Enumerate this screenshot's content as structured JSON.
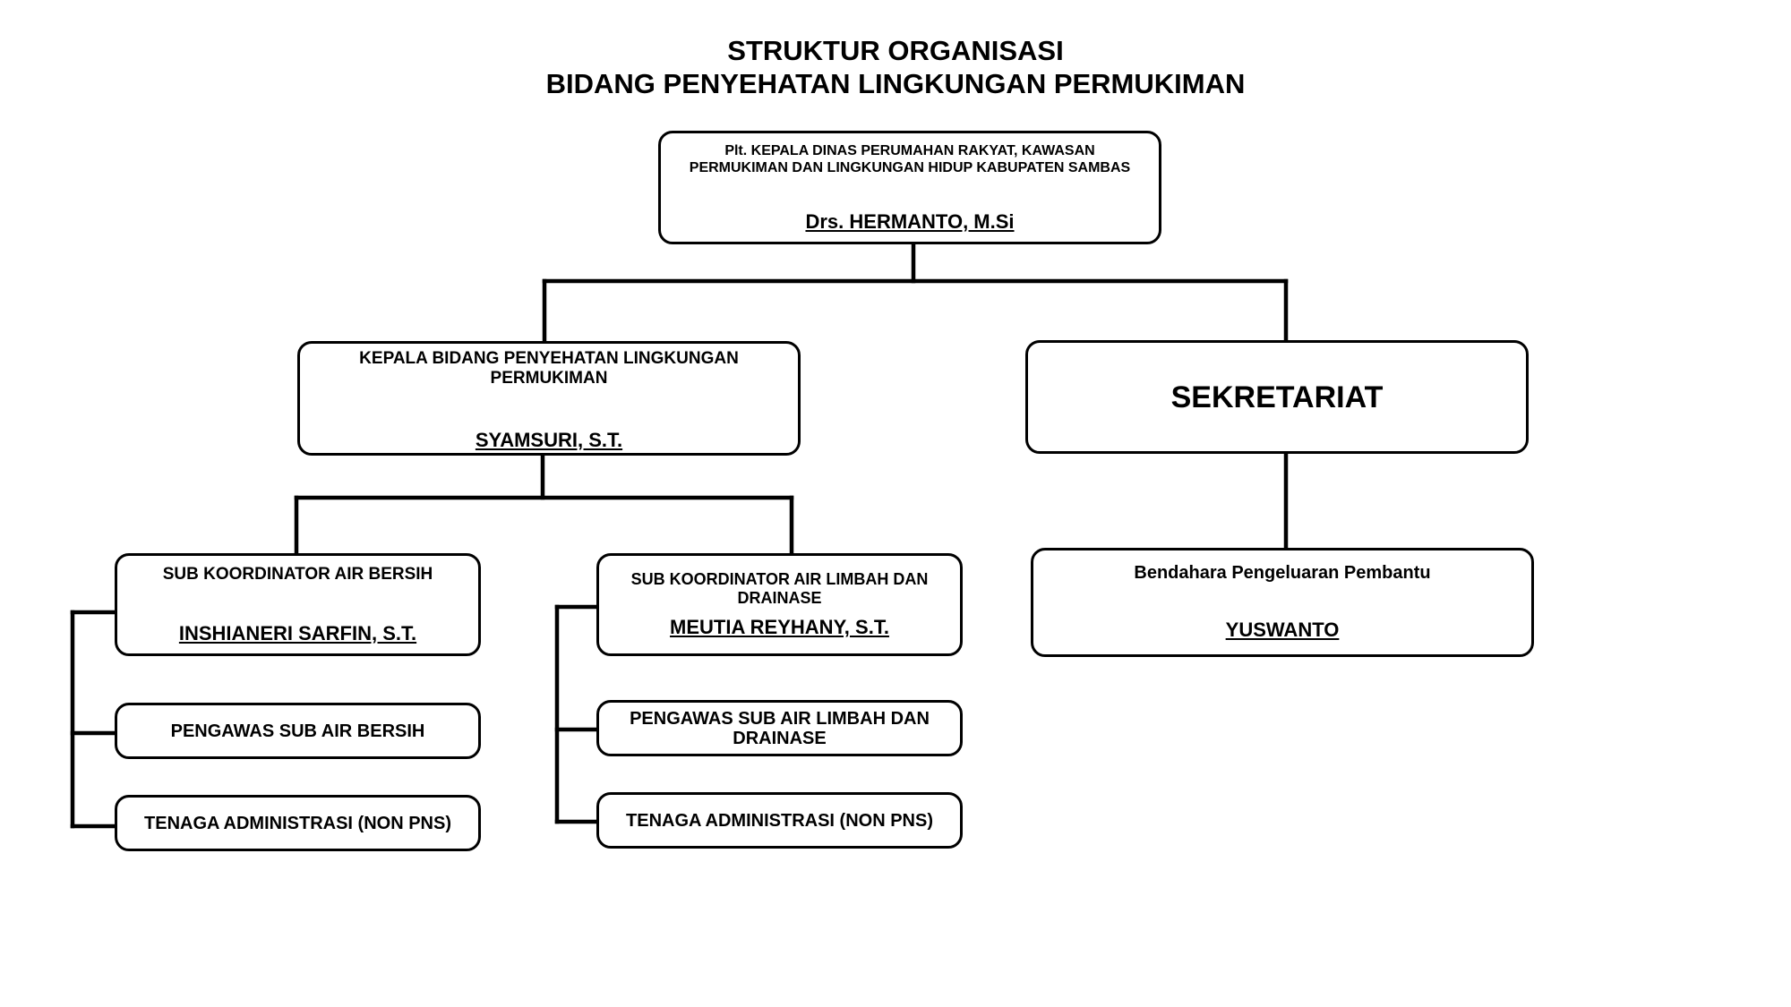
{
  "title": {
    "line1": "STRUKTUR ORGANISASI",
    "line2": "BIDANG PENYEHATAN LINGKUNGAN PERMUKIMAN"
  },
  "kepala_dinas": {
    "role": "Plt. KEPALA DINAS PERUMAHAN RAKYAT, KAWASAN PERMUKIMAN DAN LINGKUNGAN HIDUP KABUPATEN SAMBAS",
    "name": "Drs. HERMANTO, M.Si"
  },
  "kepala_bidang": {
    "role": "KEPALA BIDANG PENYEHATAN LINGKUNGAN PERMUKIMAN",
    "name": "SYAMSURI, S.T."
  },
  "sekretariat": {
    "label": "SEKRETARIAT"
  },
  "bendahara": {
    "role": "Bendahara Pengeluaran Pembantu",
    "name": "YUSWANTO"
  },
  "sub_air_bersih": {
    "role": "SUB KOORDINATOR AIR BERSIH",
    "name": "INSHIANERI SARFIN, S.T."
  },
  "sub_air_limbah": {
    "role": "SUB KOORDINATOR AIR LIMBAH DAN DRAINASE",
    "name": "MEUTIA REYHANY, S.T."
  },
  "pengawas_air_bersih": {
    "label": "PENGAWAS SUB AIR BERSIH"
  },
  "pengawas_air_limbah": {
    "label": "PENGAWAS SUB AIR LIMBAH DAN DRAINASE"
  },
  "admin_air_bersih": {
    "label": "TENAGA ADMINISTRASI (NON PNS)"
  },
  "admin_air_limbah": {
    "label": "TENAGA ADMINISTRASI (NON PNS)"
  }
}
